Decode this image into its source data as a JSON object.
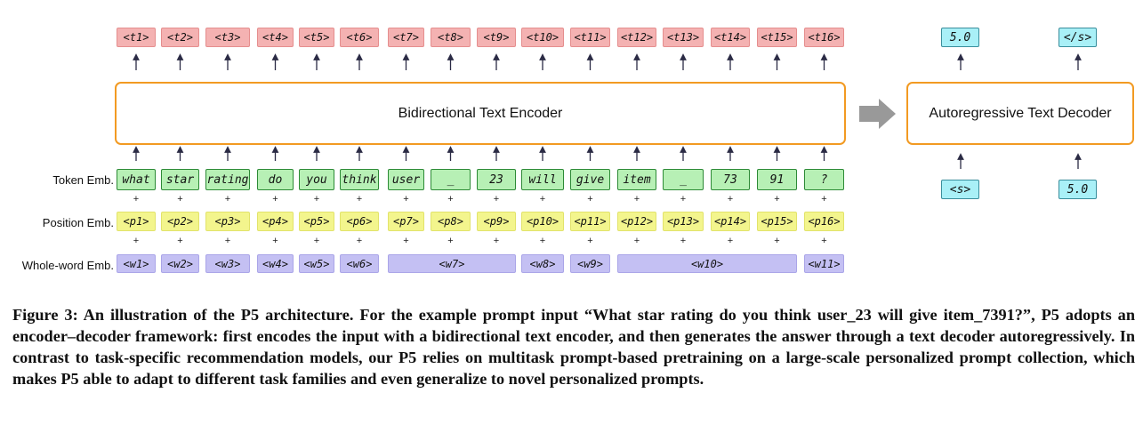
{
  "output_tokens": [
    "<t1>",
    "<t2>",
    "<t3>",
    "<t4>",
    "<t5>",
    "<t6>",
    "<t7>",
    "<t8>",
    "<t9>",
    "<t10>",
    "<t11>",
    "<t12>",
    "<t13>",
    "<t14>",
    "<t15>",
    "<t16>"
  ],
  "token_emb": [
    "what",
    "star",
    "rating",
    "do",
    "you",
    "think",
    "user",
    "_",
    "23",
    "will",
    "give",
    "item",
    "_",
    "73",
    "91",
    "?"
  ],
  "position_emb": [
    "<p1>",
    "<p2>",
    "<p3>",
    "<p4>",
    "<p5>",
    "<p6>",
    "<p7>",
    "<p8>",
    "<p9>",
    "<p10>",
    "<p11>",
    "<p12>",
    "<p13>",
    "<p14>",
    "<p15>",
    "<p16>"
  ],
  "whole_word_emb": [
    "<w1>",
    "<w2>",
    "<w3>",
    "<w4>",
    "<w5>",
    "<w6>",
    "<w7>",
    "<w8>",
    "<w9>",
    "<w10>",
    "<w11>"
  ],
  "row_labels": {
    "token": "Token Emb.",
    "position": "Position Emb.",
    "whole_word": "Whole-word Emb."
  },
  "encoder_label": "Bidirectional Text Encoder",
  "decoder_label": "Autoregressive Text Decoder",
  "decoder_outputs": [
    "5.0",
    "</s>"
  ],
  "decoder_inputs": [
    "<s>",
    "5.0"
  ],
  "plus_sign": "+",
  "colors": {
    "output": "#f4b2b2",
    "token": "#b7f0b5",
    "position": "#f3f58d",
    "whole_word": "#c4c0f3",
    "decoder_token": "#a9f0f7",
    "border_orange": "#f29a22",
    "arrow_gray": "#999999"
  },
  "caption": "Figure 3: An illustration of the P5 architecture. For the example prompt input “What star rating do you think user_23 will give item_7391?”, P5 adopts an encoder–decoder framework: first encodes the input with a bidirectional text encoder, and then generates the answer through a text decoder autoregressively. In contrast to task-specific recommendation models, our P5 relies on multitask prompt-based pretraining on a large-scale personalized prompt collection, which makes P5 able to adapt to different task families and even generalize to novel personalized prompts."
}
